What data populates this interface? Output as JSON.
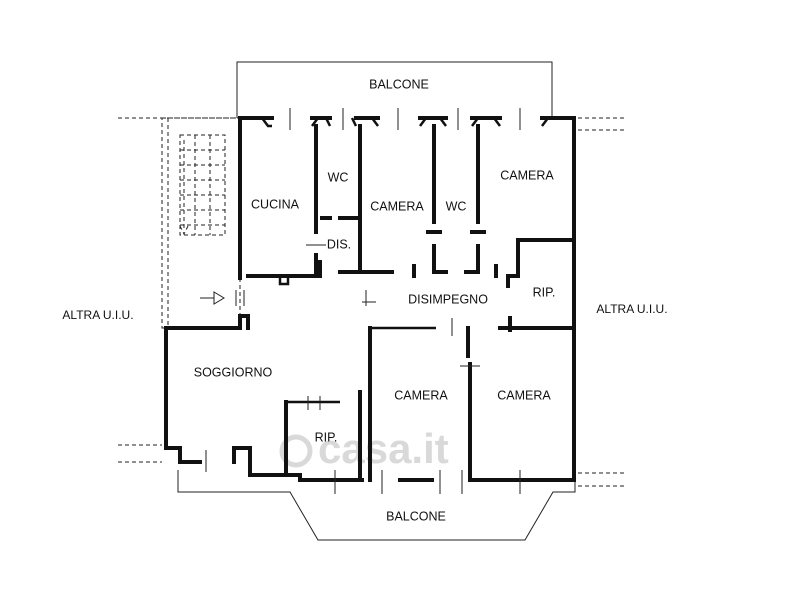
{
  "labels": {
    "balcone_top": "BALCONE",
    "balcone_bottom": "BALCONE",
    "cucina": "CUCINA",
    "wc_1": "WC",
    "camera_1": "CAMERA",
    "wc_2": "WC",
    "camera_2": "CAMERA",
    "dis": "DIS.",
    "disimpegno": "DISIMPEGNO",
    "rip_1": "RIP.",
    "soggiorno": "SOGGIORNO",
    "rip_2": "RIP.",
    "camera_3": "CAMERA",
    "camera_4": "CAMERA",
    "altra_left": "ALTRA U.I.U.",
    "altra_right": "ALTRA U.I.U."
  },
  "watermark": {
    "text": "casa.it"
  }
}
